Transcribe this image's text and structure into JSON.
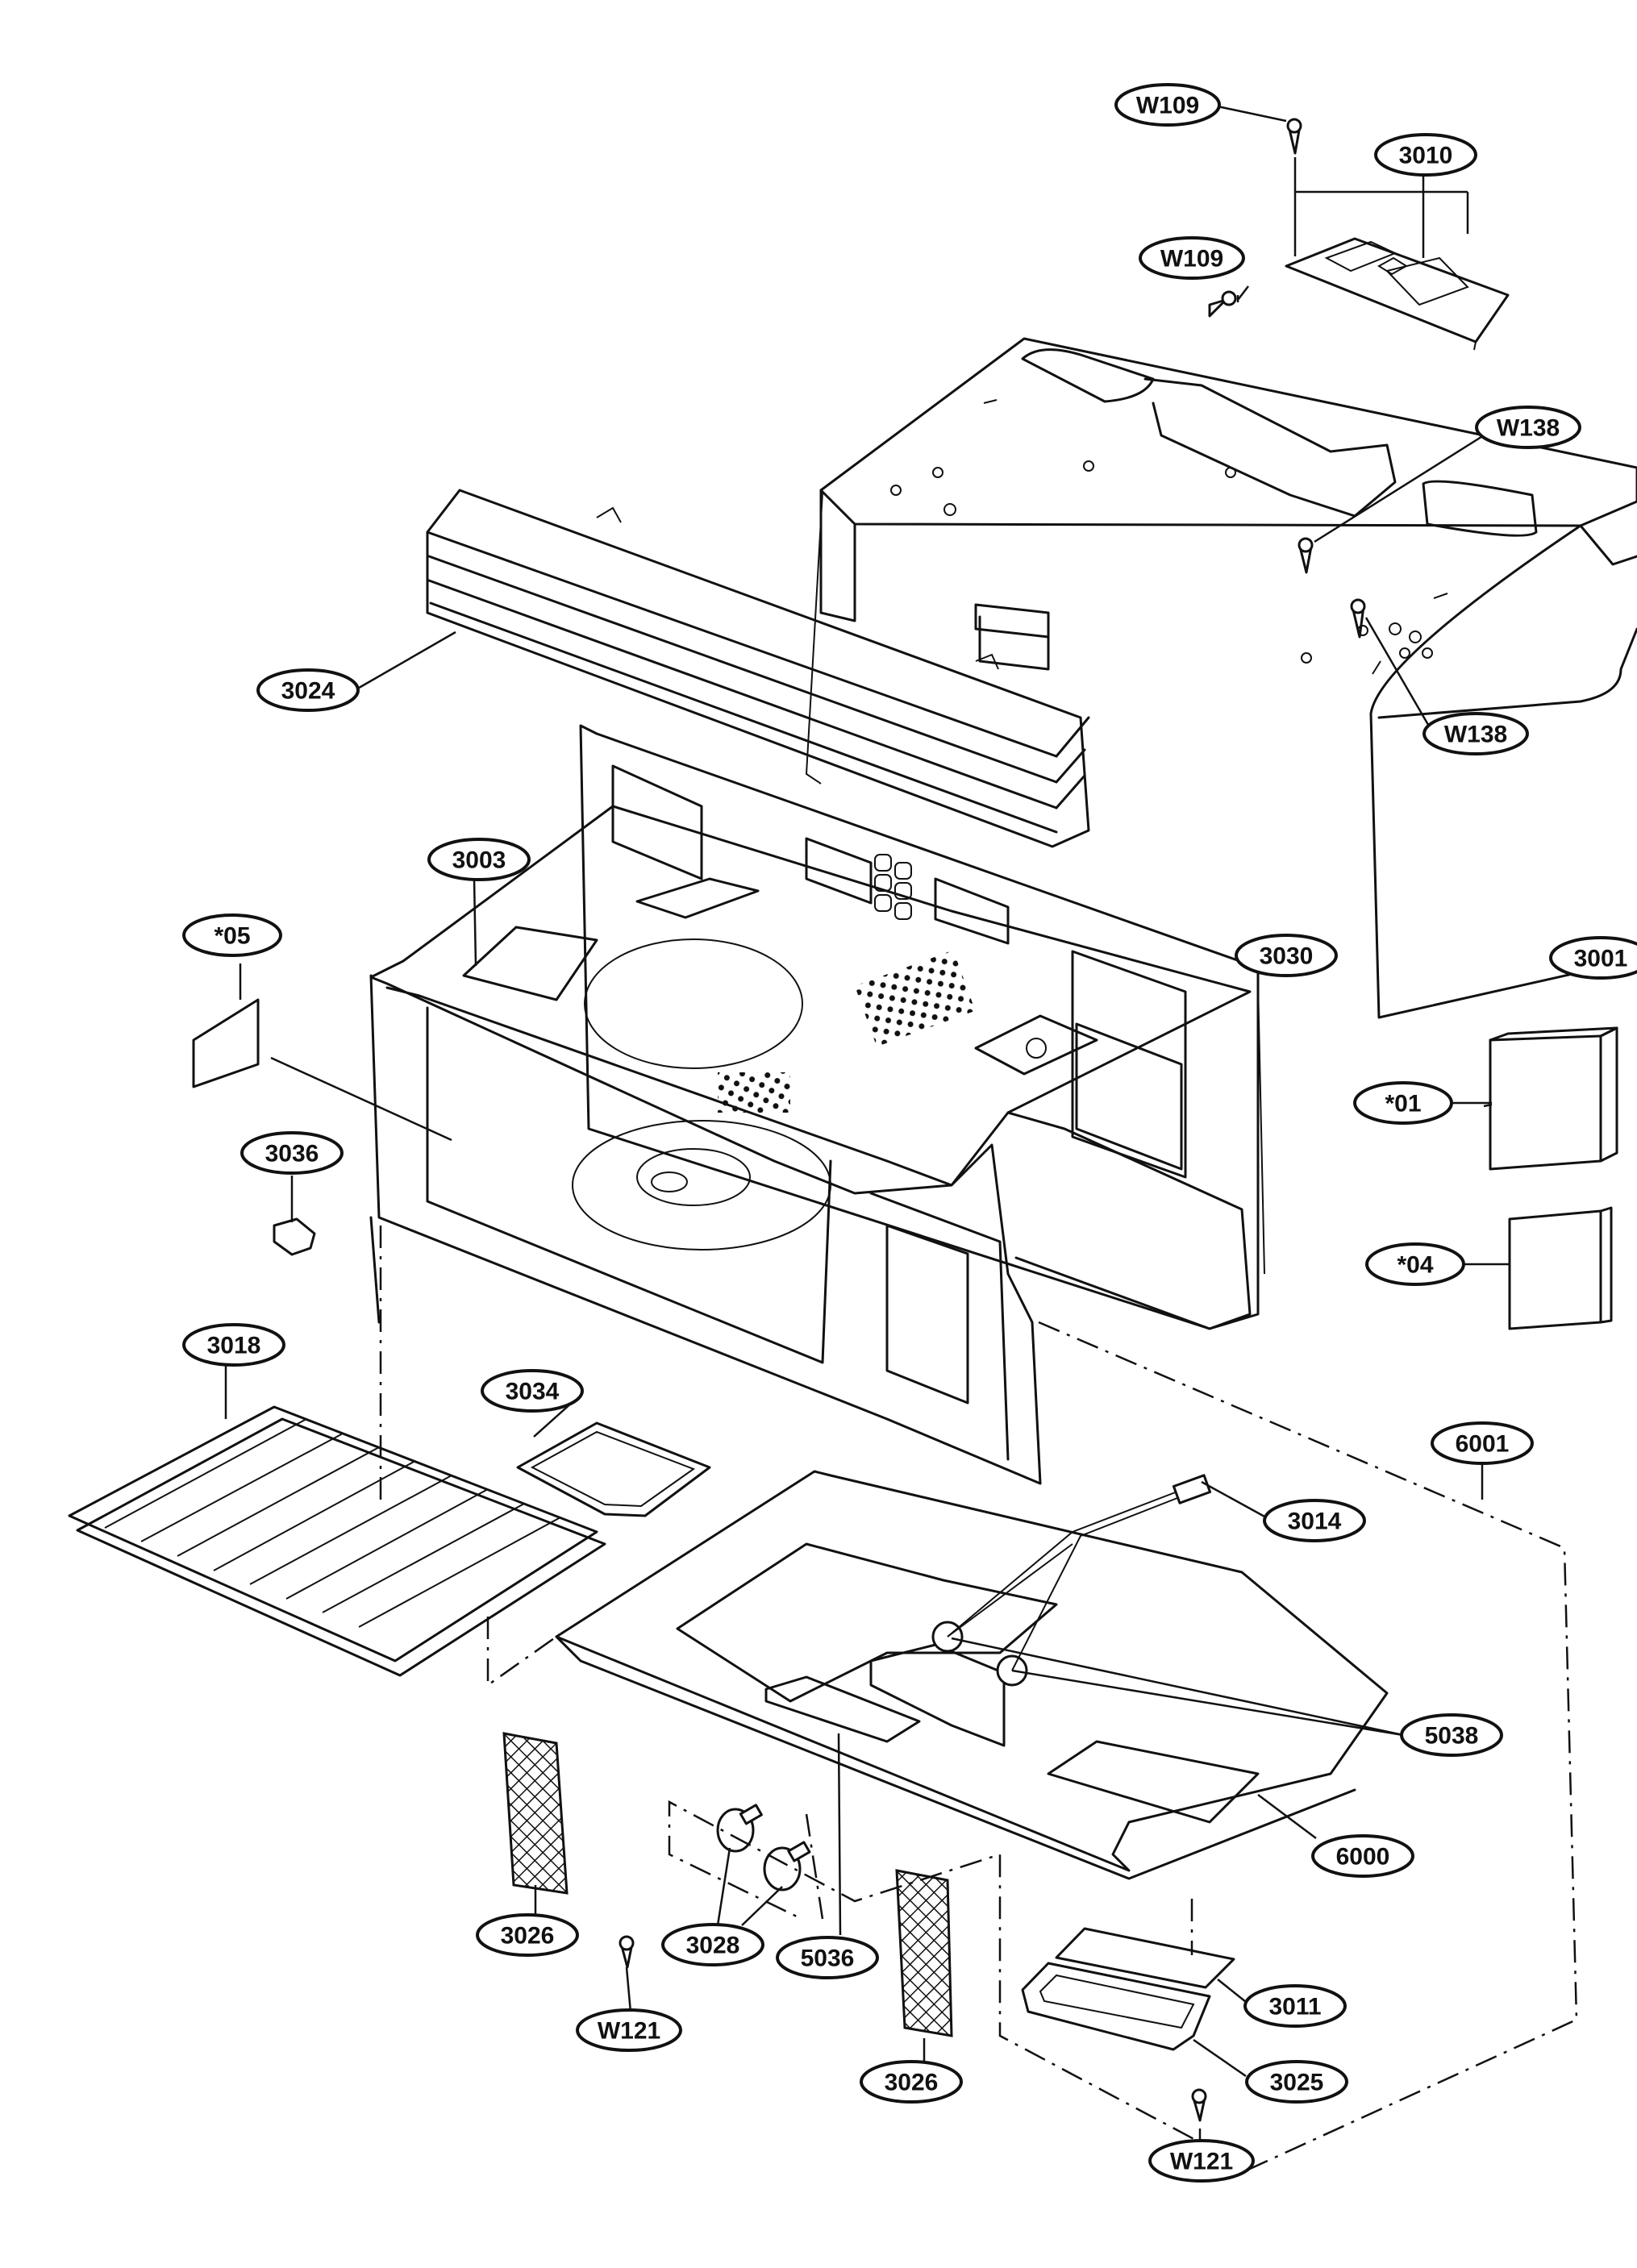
{
  "diagram": {
    "callouts": [
      {
        "id": "w109-top",
        "label": "W109"
      },
      {
        "id": "p3010",
        "label": "3010"
      },
      {
        "id": "w109-mid",
        "label": "W109"
      },
      {
        "id": "w138-a",
        "label": "W138"
      },
      {
        "id": "w138-b",
        "label": "W138"
      },
      {
        "id": "p3024",
        "label": "3024"
      },
      {
        "id": "p3003",
        "label": "3003"
      },
      {
        "id": "p05",
        "label": "*05"
      },
      {
        "id": "p3030",
        "label": "3030"
      },
      {
        "id": "p3001",
        "label": "3001"
      },
      {
        "id": "p01",
        "label": "*01"
      },
      {
        "id": "p3036",
        "label": "3036"
      },
      {
        "id": "p04",
        "label": "*04"
      },
      {
        "id": "p3018",
        "label": "3018"
      },
      {
        "id": "p3034",
        "label": "3034"
      },
      {
        "id": "p6001",
        "label": "6001"
      },
      {
        "id": "p3014",
        "label": "3014"
      },
      {
        "id": "p5038",
        "label": "5038"
      },
      {
        "id": "p6000",
        "label": "6000"
      },
      {
        "id": "p3026-a",
        "label": "3026"
      },
      {
        "id": "p3028",
        "label": "3028"
      },
      {
        "id": "p5036",
        "label": "5036"
      },
      {
        "id": "p3011",
        "label": "3011"
      },
      {
        "id": "w121-a",
        "label": "W121"
      },
      {
        "id": "p3026-b",
        "label": "3026"
      },
      {
        "id": "p3025",
        "label": "3025"
      },
      {
        "id": "w121-b",
        "label": "W121"
      }
    ]
  },
  "colors": {
    "line": "#111111",
    "background": "#ffffff"
  }
}
